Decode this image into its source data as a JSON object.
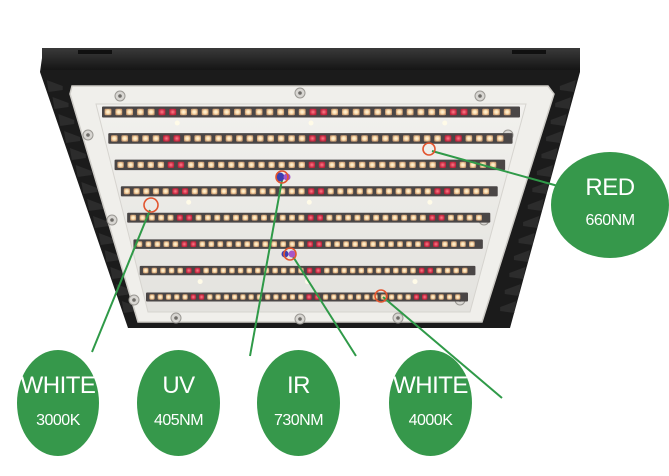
{
  "product": "LED grow light panel with mixed-spectrum diode strips",
  "colors": {
    "badge_fill": "#36984b",
    "leader_line": "#2f9a48",
    "highlight_ring": "#e2552f",
    "housing": "#1c1c1c",
    "panel": "#ecebe7",
    "strip": "#4a4646",
    "led_warm": "#fde3b8",
    "led_red": "#e0364c",
    "led_uv": "#3d3fb0",
    "led_ir": "#a855c8"
  },
  "strips": {
    "count": 8,
    "leds_per_strip": 38
  },
  "callouts": [
    {
      "id": "red",
      "title": "RED",
      "value": "660NM"
    },
    {
      "id": "white-3000",
      "title": "WHITE",
      "value": "3000K"
    },
    {
      "id": "uv",
      "title": "UV",
      "value": "405NM"
    },
    {
      "id": "ir",
      "title": "IR",
      "value": "730NM"
    },
    {
      "id": "white-4000",
      "title": "WHITE",
      "value": "4000K"
    }
  ]
}
